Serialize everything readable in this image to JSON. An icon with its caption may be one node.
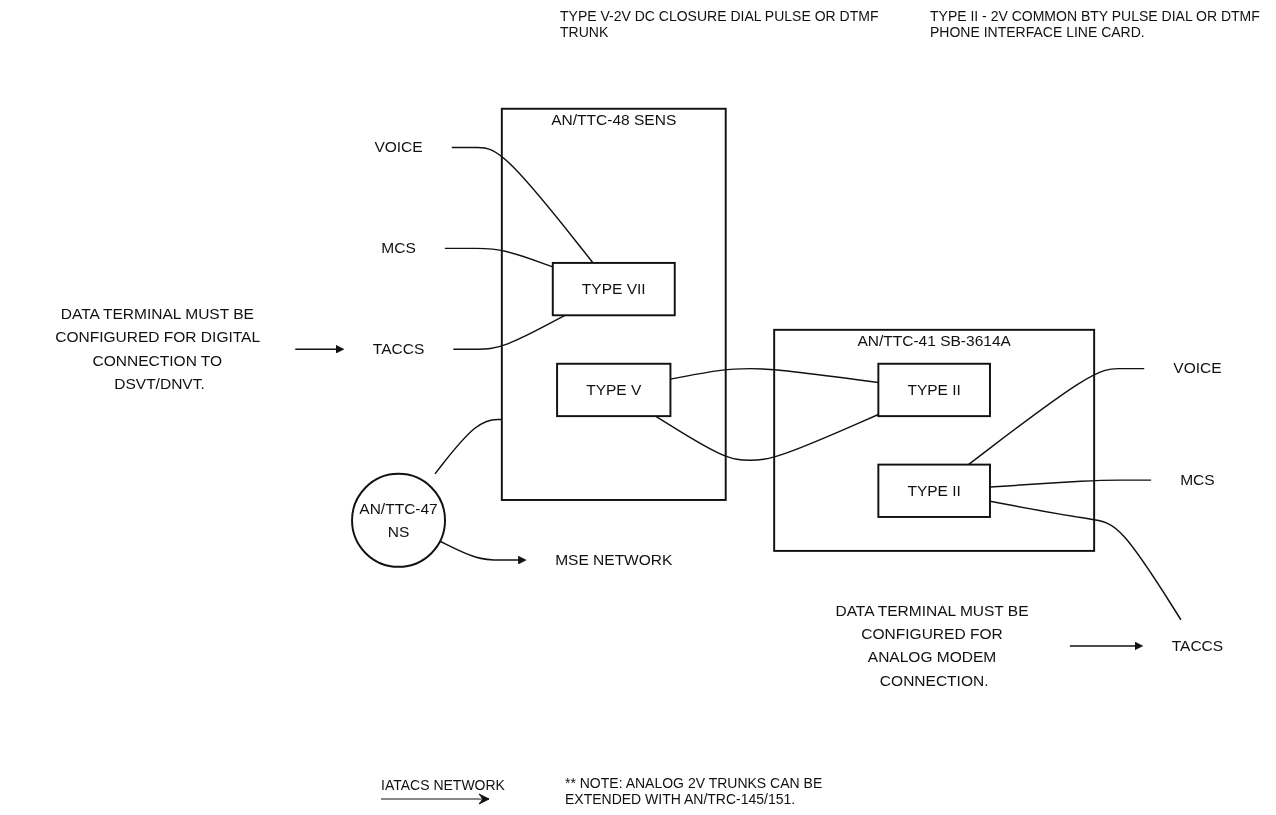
{
  "diagram": {
    "nodes": [
      {
        "text": [
          "AN/TTC-47",
          "NS"
        ]
      },
      {
        "text": [
          "MSE NETWORK"
        ]
      },
      {
        "text": [
          "AN/TTC-48 SENS"
        ]
      },
      {
        "text": [
          "TYPE VII"
        ],
        "in": 2
      },
      {
        "text": [
          "TYPE V"
        ],
        "in": 2
      },
      {
        "text": [
          "AN/TTC-41 SB-3614A"
        ]
      },
      {
        "text": [
          "TYPE II"
        ],
        "in": 5
      },
      {
        "text": [
          "TYPE II"
        ],
        "in": 5
      },
      {
        "text": [
          "VOICE"
        ]
      },
      {
        "text": [
          "MCS"
        ]
      },
      {
        "text": [
          "TACCS"
        ]
      },
      {
        "text": [
          "VOICE"
        ]
      },
      {
        "text": [
          "MCS"
        ]
      },
      {
        "text": [
          "TACCS"
        ]
      },
      {
        "text": [
          "DATA TERMINAL MUST BE CONFIGURED FOR DIGITAL CONNECTION TO DSVT/DNVT."
        ]
      },
      {
        "text": [
          "DATA TERMINAL MUST BE CONFIGURED FOR ANALOG MODEM CONNECTION."
        ]
      }
    ],
    "edges": [
      {
        "from": 0,
        "to": 1,
        "arrow": "to"
      },
      {
        "from": 0,
        "to": 2,
        "arrow": "none"
      },
      {
        "from": 8,
        "to": 3,
        "arrow": "none"
      },
      {
        "from": 9,
        "to": 3,
        "arrow": "none"
      },
      {
        "from": 10,
        "to": 3,
        "arrow": "none"
      },
      {
        "from": 4,
        "to": 6,
        "arrow": "none"
      },
      {
        "from": 4,
        "to": 6,
        "arrow": "none"
      },
      {
        "from": 7,
        "to": 11,
        "arrow": "none"
      },
      {
        "from": 7,
        "to": 12,
        "arrow": "none"
      },
      {
        "from": 7,
        "to": 13,
        "arrow": "none"
      },
      {
        "from": 14,
        "to": 10,
        "arrow": "to"
      },
      {
        "from": 15,
        "to": 13,
        "arrow": "to"
      }
    ],
    "labels": [
      "TYPE V-2V DC CLOSURE DIAL PULSE OR DTMF TRUNK",
      "TYPE II - 2V COMMON BTY PULSE DIAL OR DTMF PHONE INTERFACE LINE CARD.",
      "IATACS NETWORK",
      "** NOTE: ANALOG 2V TRUNKS CAN BE EXTENDED WITH AN/TRC-145/151."
    ]
  }
}
